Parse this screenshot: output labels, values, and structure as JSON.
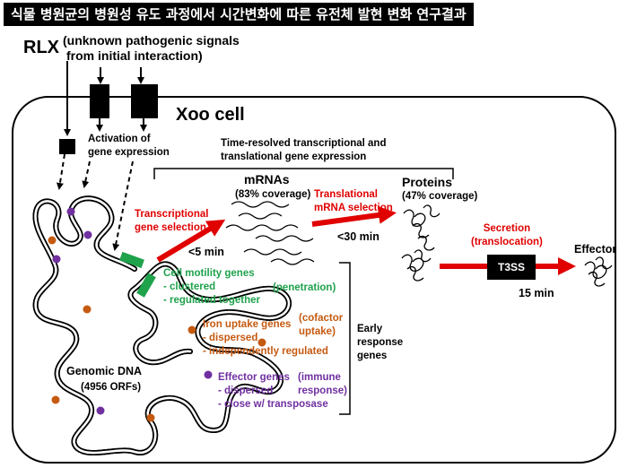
{
  "title": "식물 병원균의 병원성 유도 과정에서 시간변화에 따른 유전체 발현 변화 연구결과",
  "signals": {
    "rlx": "RLX",
    "unknown_line1": "(unknown pathogenic signals",
    "unknown_line2": "from initial interaction)"
  },
  "cell": {
    "name": "Xoo cell",
    "activation_line1": "Activation of",
    "activation_line2": "gene expression"
  },
  "time_resolved": {
    "line1": "Time-resolved transcriptional and",
    "line2": "translational gene expression"
  },
  "mrnas": {
    "label": "mRNAs",
    "coverage": "(83% coverage)"
  },
  "proteins": {
    "label": "Proteins",
    "coverage": "(47% coverage)"
  },
  "transcriptional": {
    "line1": "Transcriptional",
    "line2": "gene selection",
    "time": "<5 min"
  },
  "translational": {
    "line1": "Translational",
    "line2": "mRNA selection",
    "time": "<30 min"
  },
  "secretion": {
    "line1": "Secretion",
    "line2": "(translocation)",
    "system": "T3SS",
    "time": "15 min",
    "effector": "Effector"
  },
  "gene_groups": {
    "motility": {
      "title": "Cell motility genes",
      "item1": "- clustered",
      "item2": "- regulated together",
      "role": "(penetration)"
    },
    "iron": {
      "title": "Iron uptake genes",
      "item1": "- dispersed",
      "item2": "- independently regulated",
      "role1": "(cofactor",
      "role2": "uptake)"
    },
    "effector": {
      "title": "Effector genes",
      "item1": "- dispersed",
      "item2": "- close w/ transposase",
      "role1": "(immune",
      "role2": "response)"
    },
    "early_line1": "Early",
    "early_line2": "response",
    "early_line3": "genes"
  },
  "genome": {
    "label": "Genomic DNA",
    "orfs": "(4956 ORFs)"
  },
  "colors": {
    "red": "#e00000",
    "green": "#1fa24c",
    "orange": "#c55a11",
    "purple": "#7030a0",
    "black": "#000000"
  }
}
